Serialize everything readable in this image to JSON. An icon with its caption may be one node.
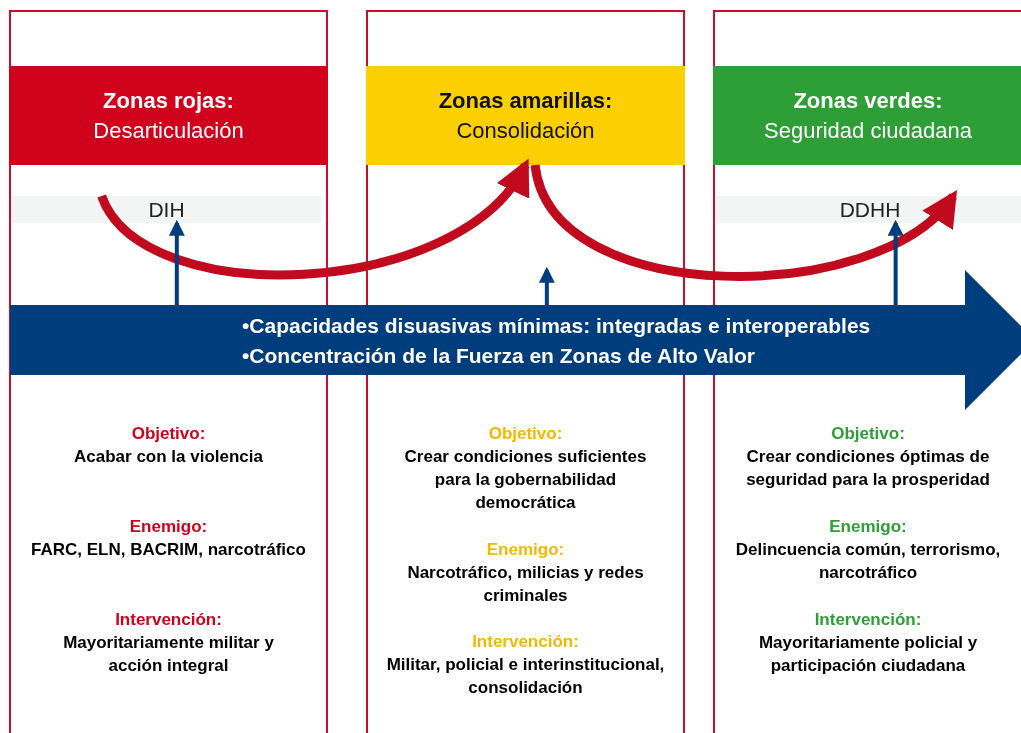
{
  "diagram": {
    "nodes": [
      {
        "text": [
          "Objetivo:",
          "Acabar con la violencia",
          "Enemigo:",
          "FARC, ELN, BACRIM, narcotráfico",
          "Intervención:",
          "Mayoritariamente militar y acción integral"
        ]
      },
      {
        "text": [
          "Zonas rojas:",
          "Desarticulación"
        ],
        "in": 0
      },
      {
        "text": [
          "DIH"
        ],
        "in": 0
      },
      {
        "text": [
          "Objetivo:",
          "Crear condiciones suficientes para la gobernabilidad democrática",
          "Enemigo:",
          "Narcotráfico, milicias y redes criminales",
          "Intervención:",
          "Militar, policial e interinstitucional, consolidación"
        ]
      },
      {
        "text": [
          "Zonas amarillas:",
          "Consolidación"
        ],
        "in": 3
      },
      {
        "text": [
          "Objetivo:",
          "Crear condiciones óptimas de seguridad para la prosperidad",
          "Enemigo:",
          "Delincuencia común, terrorismo, narcotráfico",
          "Intervención:",
          "Mayoritariamente policial y participación ciudadana"
        ]
      },
      {
        "text": [
          "Zonas verdes:",
          "Seguridad ciudadana"
        ],
        "in": 5
      },
      {
        "text": [
          "DDHH"
        ],
        "in": 5
      },
      {
        "text": [
          "•Capacidades disuasivas mínimas: integradas e interoperables",
          "•Concentración de la Fuerza en Zonas de Alto Valor"
        ]
      }
    ],
    "edges": [
      {
        "from": 2,
        "to": 4,
        "arrow": "to",
        "style": "thick",
        "color": "#c20a1f"
      },
      {
        "from": 4,
        "to": 7,
        "arrow": "to",
        "style": "thick",
        "color": "#c20a1f"
      },
      {
        "from": 8,
        "to": 2,
        "arrow": "to"
      },
      {
        "from": 8,
        "to": null,
        "arrow": "to"
      },
      {
        "from": 8,
        "to": 7,
        "arrow": "to"
      }
    ]
  }
}
